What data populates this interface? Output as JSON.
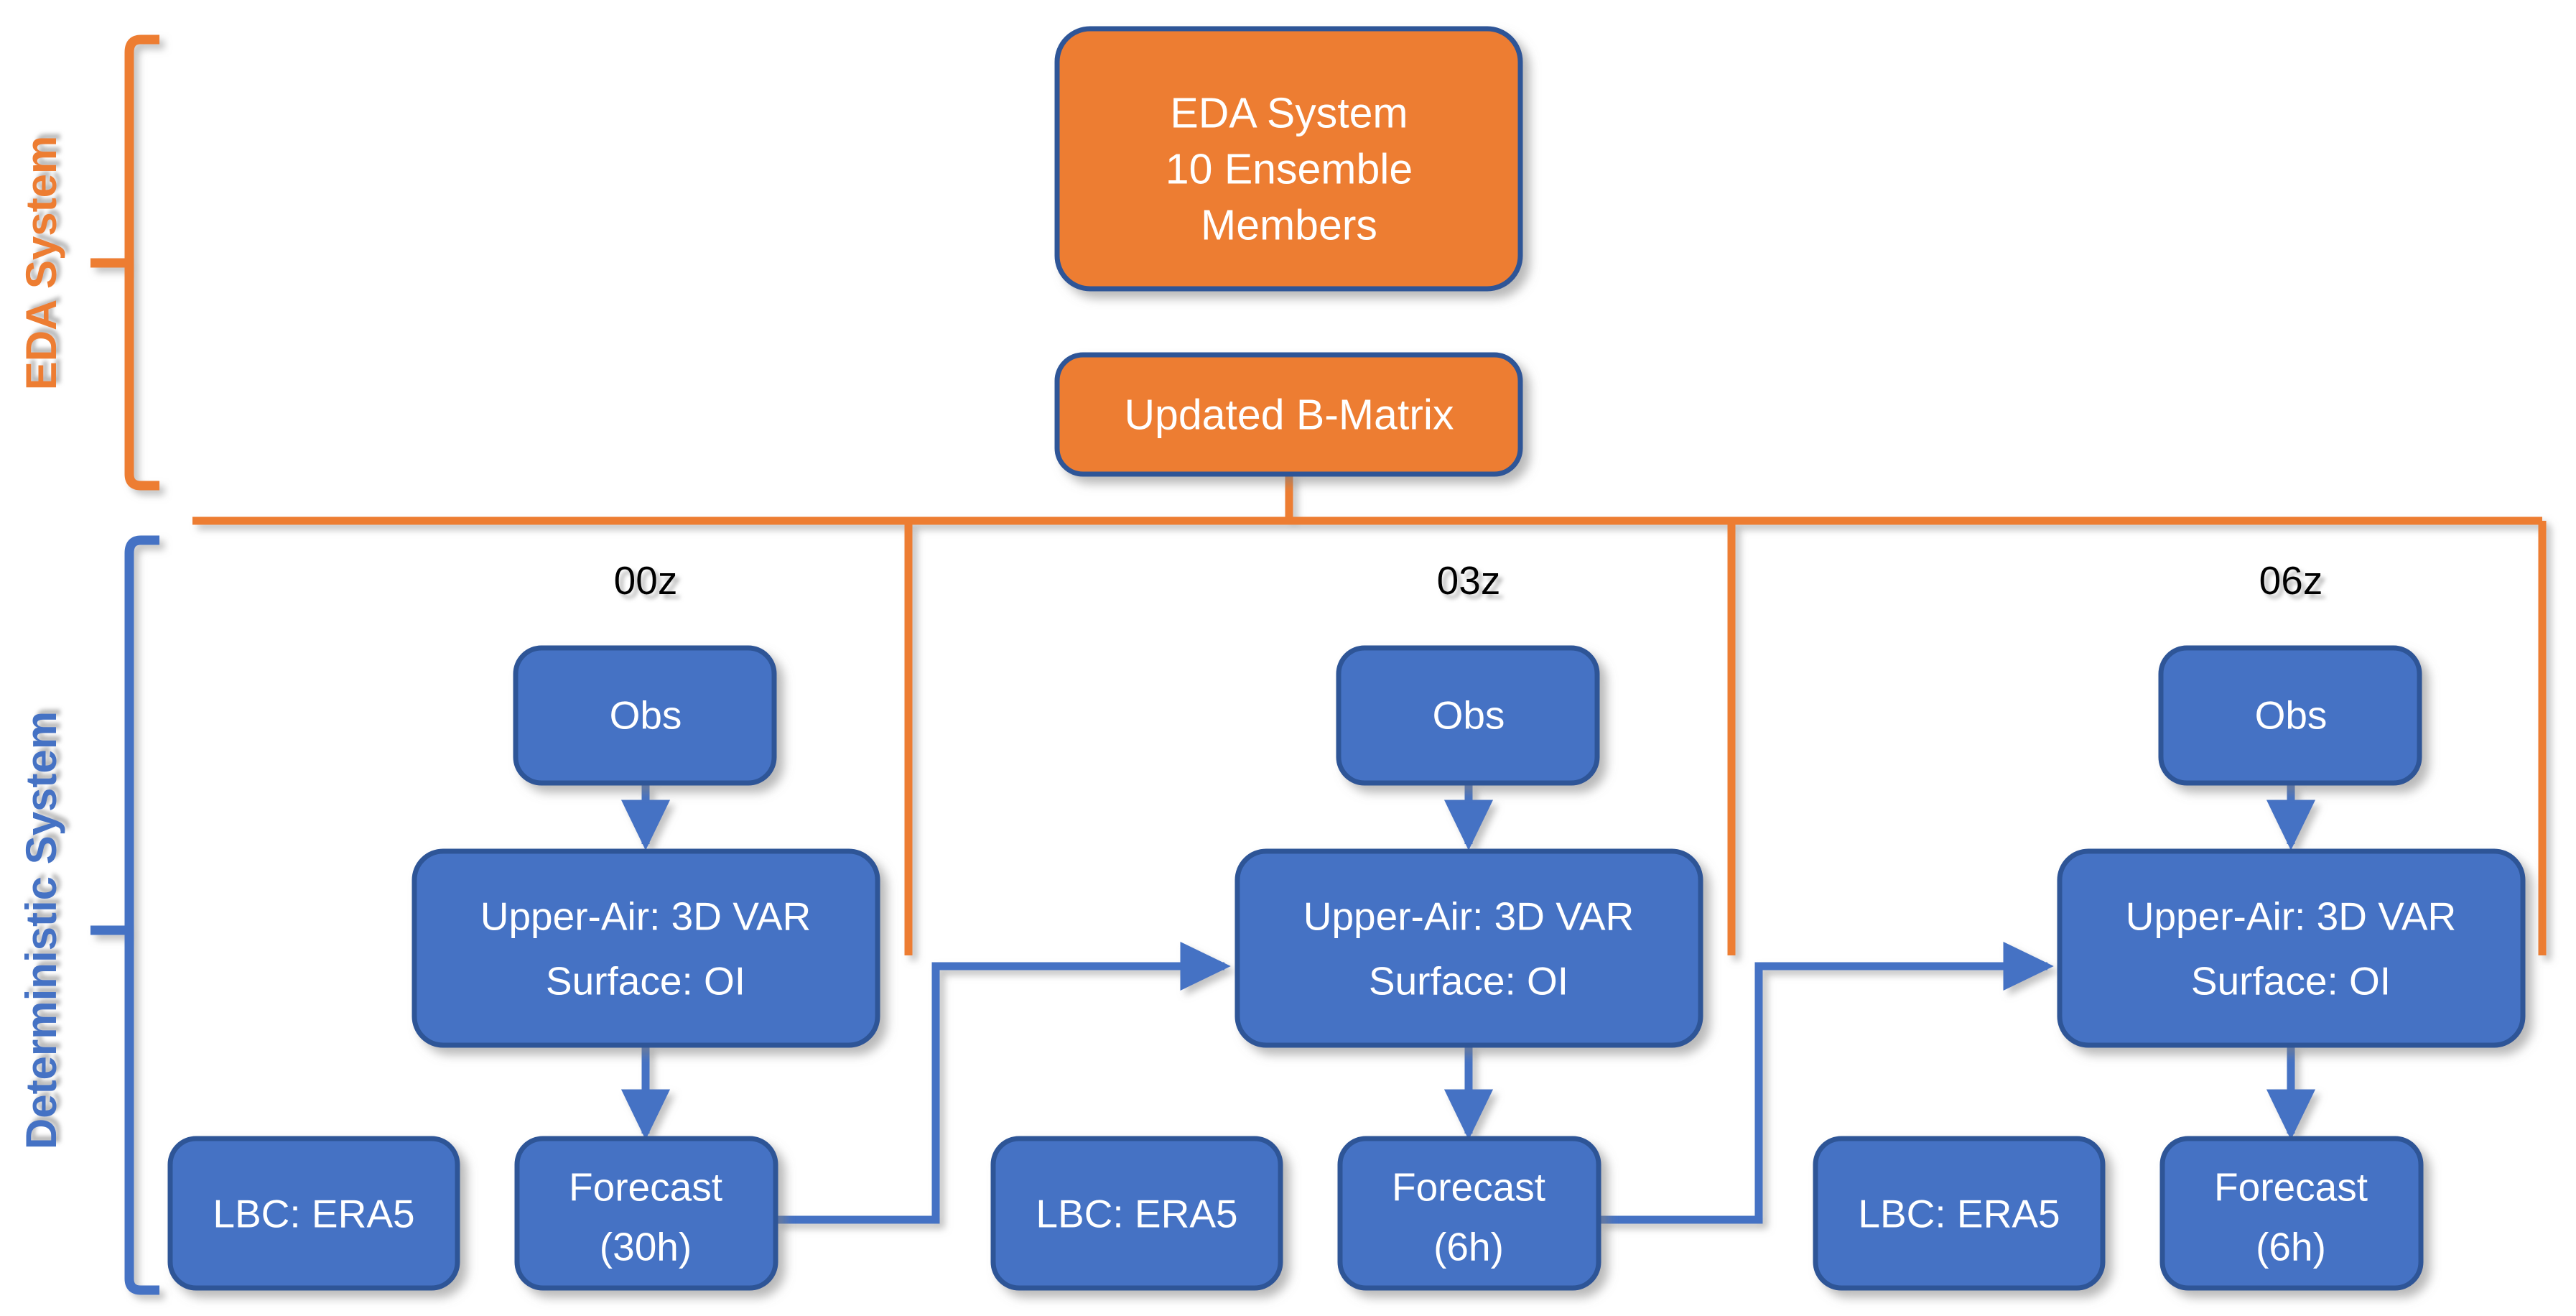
{
  "diagram": {
    "title_groups": [
      {
        "id": "eda",
        "label": "EDA System",
        "color": "#ED7D31"
      },
      {
        "id": "deterministic",
        "label": "Deterministic System",
        "color": "#4472C4"
      }
    ],
    "colors": {
      "orange_fill": "#ED7D31",
      "orange_line": "#ED7D31",
      "blue_fill": "#4472C4",
      "blue_border": "#2F5597",
      "node_text": "#FFFFFF",
      "cycle_label": "#000000",
      "background": "#FFFFFF"
    },
    "eda_nodes": [
      {
        "id": "eda-system",
        "lines": [
          "EDA System",
          "10 Ensemble",
          "Members"
        ]
      },
      {
        "id": "updated-b-matrix",
        "lines": [
          "Updated B-Matrix"
        ]
      }
    ],
    "cycles": [
      {
        "id": "cycle-00z",
        "label": "00z",
        "obs": "Obs",
        "analysis": [
          "Upper-Air: 3D VAR",
          "Surface: OI"
        ],
        "lbc": "LBC: ERA5",
        "forecast": [
          "Forecast",
          "(30h)"
        ]
      },
      {
        "id": "cycle-03z",
        "label": "03z",
        "obs": "Obs",
        "analysis": [
          "Upper-Air: 3D VAR",
          "Surface: OI"
        ],
        "lbc": "LBC: ERA5",
        "forecast": [
          "Forecast",
          "(6h)"
        ]
      },
      {
        "id": "cycle-06z",
        "label": "06z",
        "obs": "Obs",
        "analysis": [
          "Upper-Air: 3D VAR",
          "Surface: OI"
        ],
        "lbc": "LBC: ERA5",
        "forecast": [
          "Forecast",
          "(6h)"
        ]
      }
    ]
  }
}
